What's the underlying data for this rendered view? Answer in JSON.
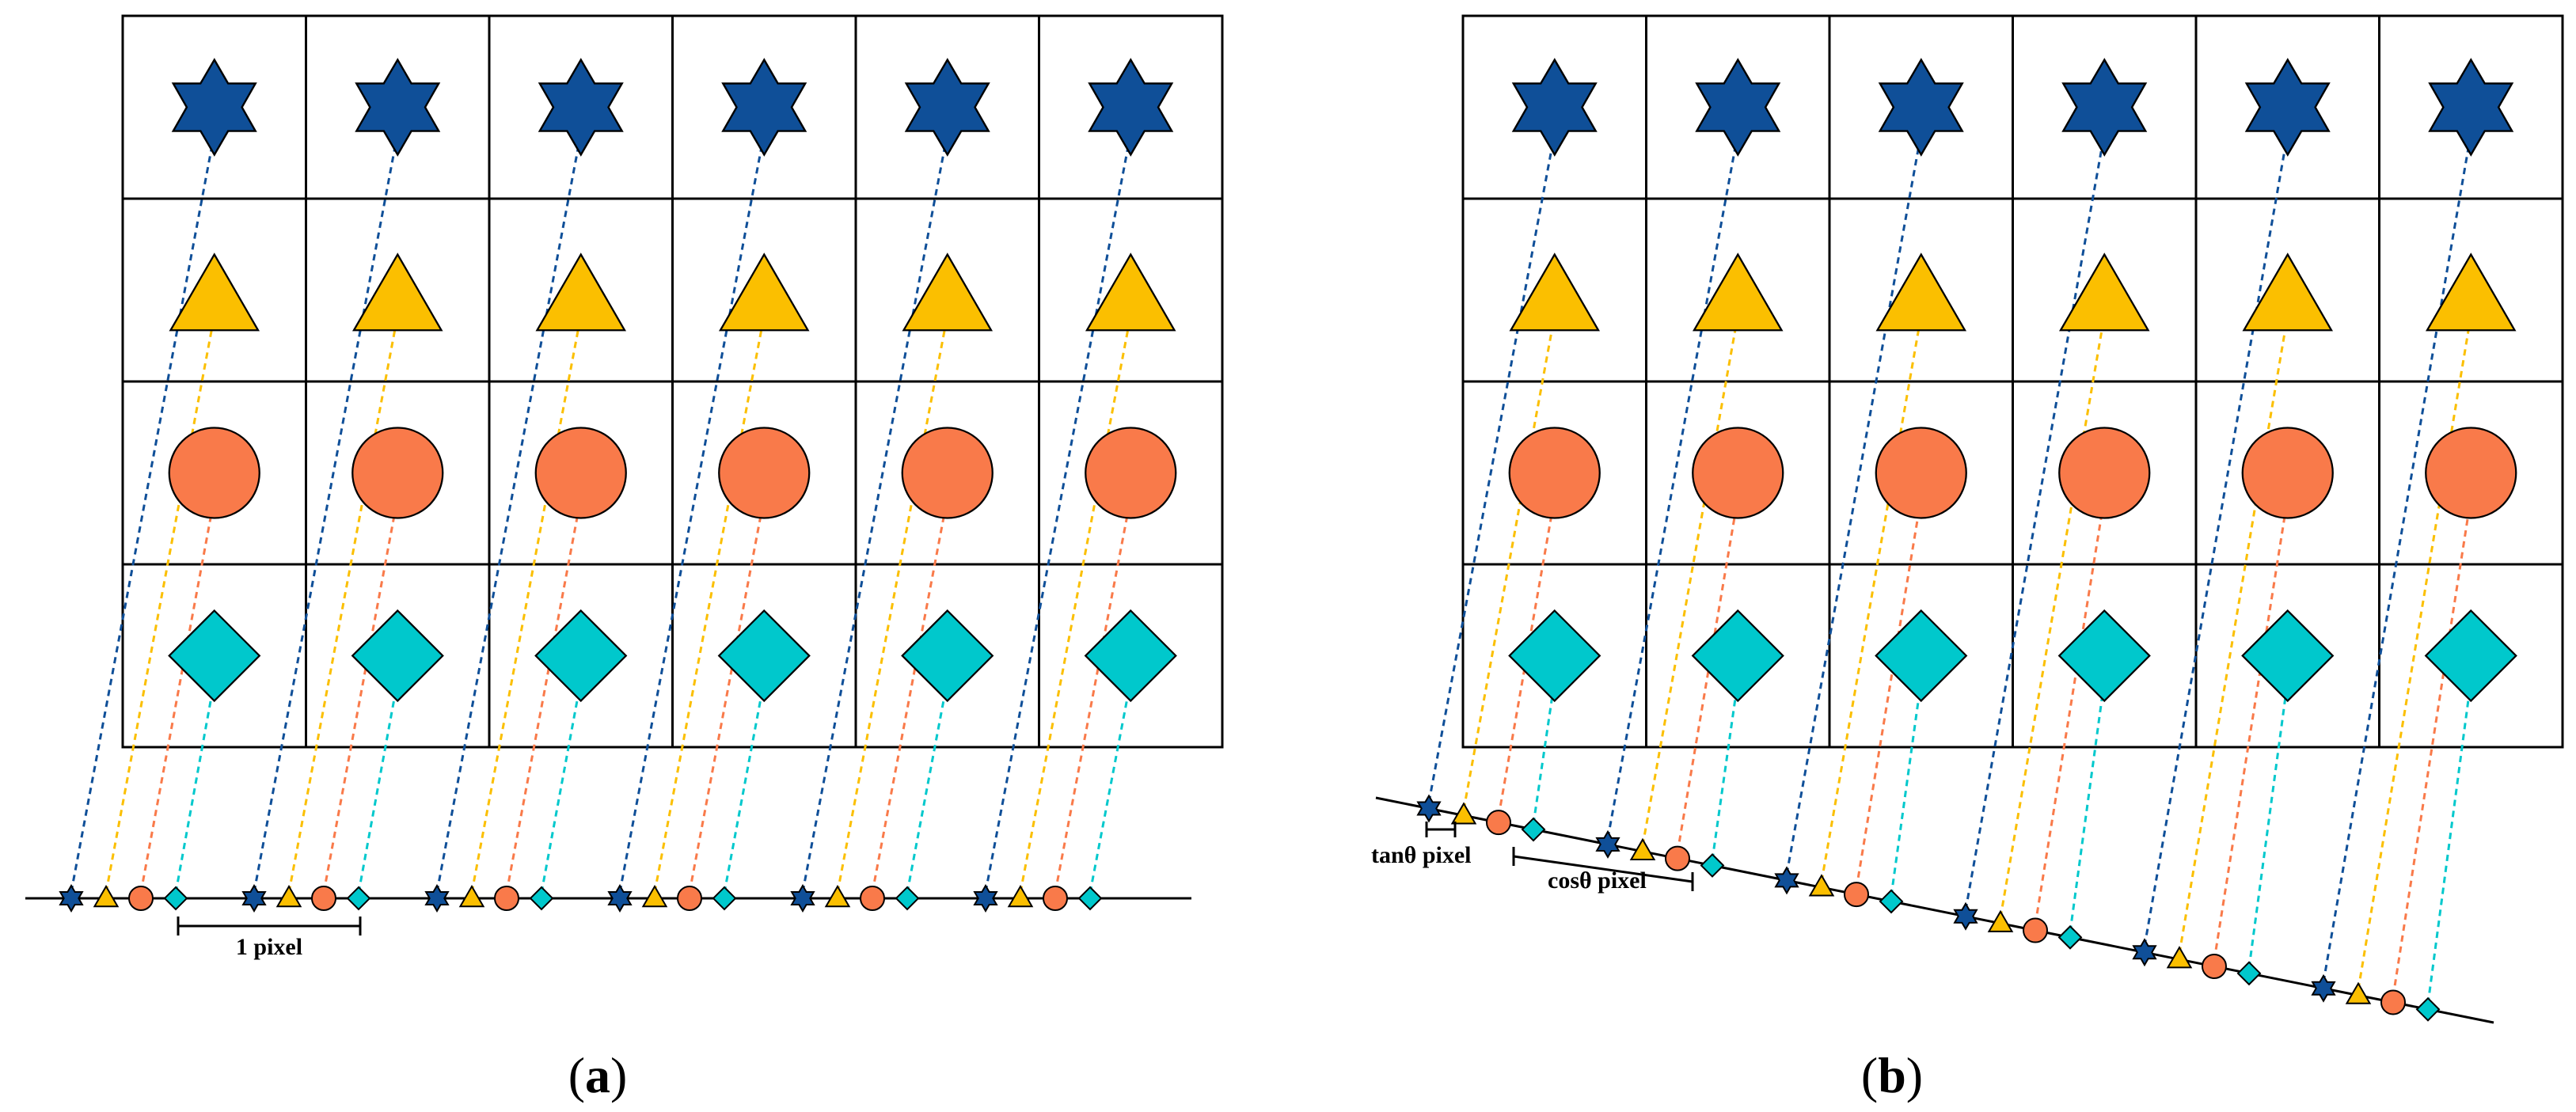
{
  "figure": {
    "panels": [
      {
        "id": "a",
        "label_open": "(",
        "label_letter": "a",
        "label_close": ")",
        "annotations": [
          "1 pixel"
        ],
        "grid": {
          "rows": 4,
          "cols": 6
        },
        "row_shapes": [
          "star",
          "triangle",
          "circle",
          "diamond"
        ],
        "line_tilted": false
      },
      {
        "id": "b",
        "label_open": "(",
        "label_letter": "b",
        "label_close": ")",
        "annotations": [
          "tanθ pixel",
          "cosθ pixel"
        ],
        "grid": {
          "rows": 4,
          "cols": 6
        },
        "row_shapes": [
          "star",
          "triangle",
          "circle",
          "diamond"
        ],
        "line_tilted": true
      }
    ],
    "colors": {
      "star": "#0f4f98",
      "triangle": "#fbbf00",
      "circle": "#f97a4a",
      "diamond": "#00c8cc",
      "grid_line": "#000000",
      "baseline": "#000000"
    },
    "icons": [
      "six-point-star",
      "triangle",
      "circle",
      "diamond"
    ]
  }
}
